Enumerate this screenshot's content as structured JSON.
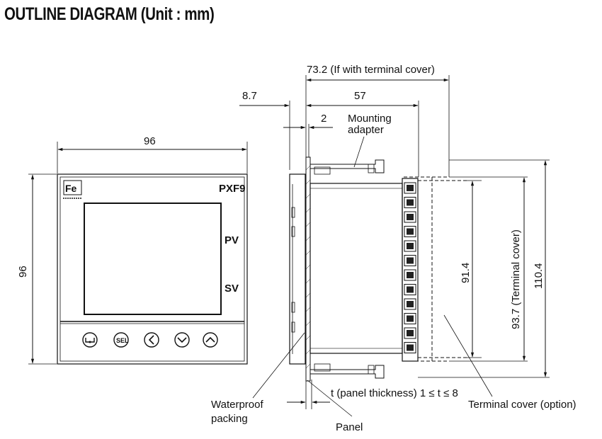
{
  "title": "OUTLINE DIAGRAM (Unit : mm)",
  "front": {
    "width_dim": "96",
    "height_dim": "96",
    "model": "PXF9",
    "pv_label": "PV",
    "sv_label": "SV",
    "sel_label": "SEL",
    "logo_text": "Fe"
  },
  "side": {
    "total_with_cover": "73.2 (If with terminal cover)",
    "depth": "57",
    "bezel": "8.7",
    "adapter_gap": "2",
    "mounting_adapter": [
      "Mounting",
      "adapter"
    ],
    "height_91": "91.4",
    "cover_height": "93.7 (Terminal cover)",
    "overall_height": "110.4",
    "panel_thickness": "t (panel thickness) 1 ≤ t ≤ 8",
    "waterproof": [
      "Waterproof",
      "packing"
    ],
    "panel": "Panel",
    "terminal_cover": "Terminal cover (option)"
  }
}
